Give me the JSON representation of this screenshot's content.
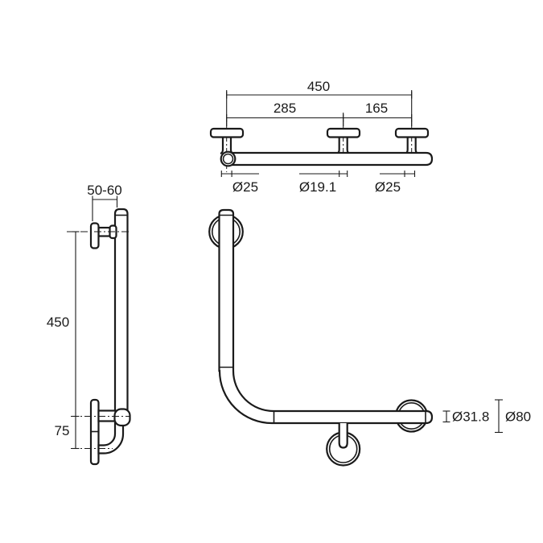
{
  "drawing": {
    "colors": {
      "line": "#1a1a1a",
      "background": "#ffffff"
    },
    "views": {
      "top": {
        "dim_overall": "450",
        "dim_left_span": "285",
        "dim_right_span": "165",
        "dia_left_post": "Ø25",
        "dia_middle_post": "Ø19.1",
        "dia_right_post": "Ø25"
      },
      "side": {
        "dim_wall_offset": "50-60",
        "dim_height": "450",
        "dim_bottom_offset": "75"
      },
      "front": {
        "dia_tube": "Ø31.8",
        "dia_flange": "Ø80"
      }
    }
  }
}
